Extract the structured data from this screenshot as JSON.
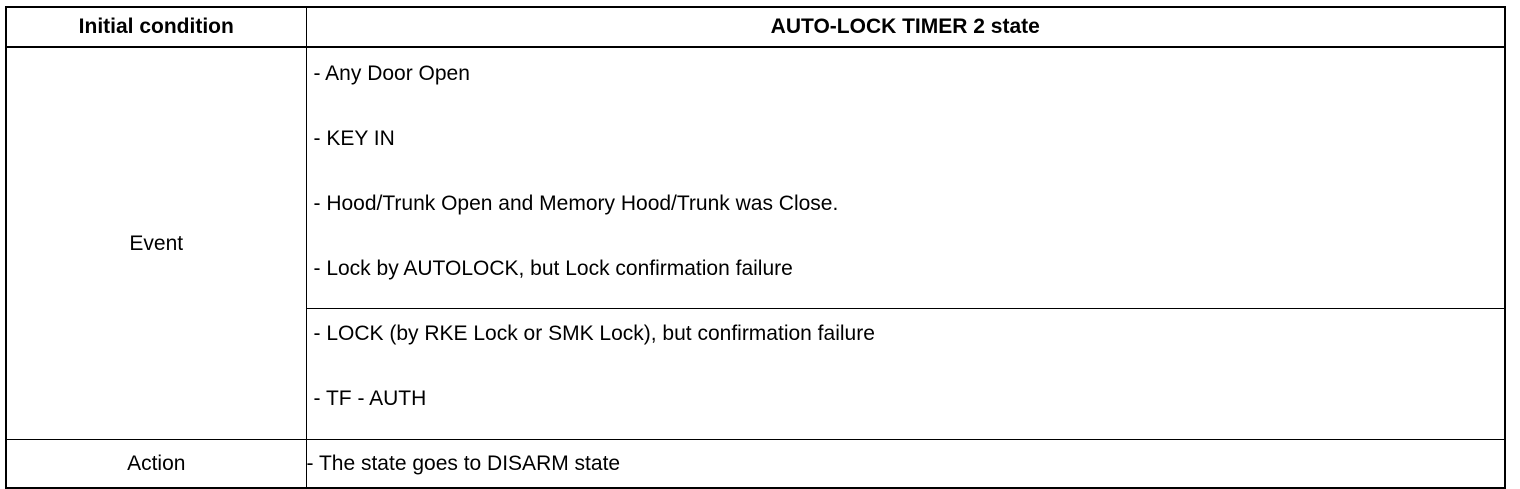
{
  "header": {
    "col1": "Initial condition",
    "col2": "AUTO-LOCK TIMER 2 state"
  },
  "event": {
    "label": "Event",
    "group1": [
      "- Any Door Open",
      "- KEY IN",
      "- Hood/Trunk Open and Memory Hood/Trunk was Close.",
      "- Lock by AUTOLOCK, but Lock confirmation failure"
    ],
    "group2": [
      "- LOCK (by RKE Lock or SMK Lock), but confirmation failure",
      "- TF - AUTH"
    ]
  },
  "action": {
    "label": "Action",
    "text": "- The state goes to DISARM state"
  }
}
